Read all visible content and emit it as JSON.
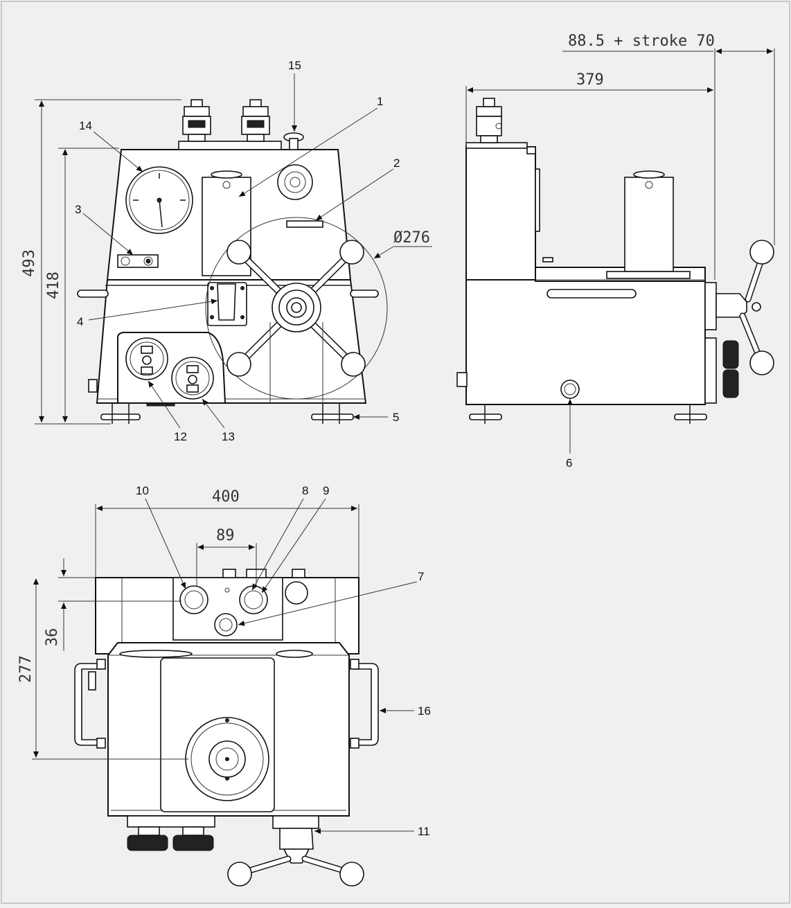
{
  "dimensions": {
    "height_overall": "493",
    "height_body": "418",
    "depth": "379",
    "stroke": "88.5 + stroke 70",
    "handwheel_diameter": "Ø276",
    "width": "400",
    "center_spacing": "89",
    "top_offset": "36",
    "top_depth": "277"
  },
  "callouts": {
    "c1": "1",
    "c2": "2",
    "c3": "3",
    "c4": "4",
    "c5": "5",
    "c6": "6",
    "c7": "7",
    "c8": "8",
    "c9": "9",
    "c10": "10",
    "c11": "11",
    "c12": "12",
    "c13": "13",
    "c14": "14",
    "c15": "15",
    "c16": "16"
  },
  "colors": {
    "background": "#f0f0f0",
    "line": "#111111",
    "fill": "#ffffff"
  }
}
